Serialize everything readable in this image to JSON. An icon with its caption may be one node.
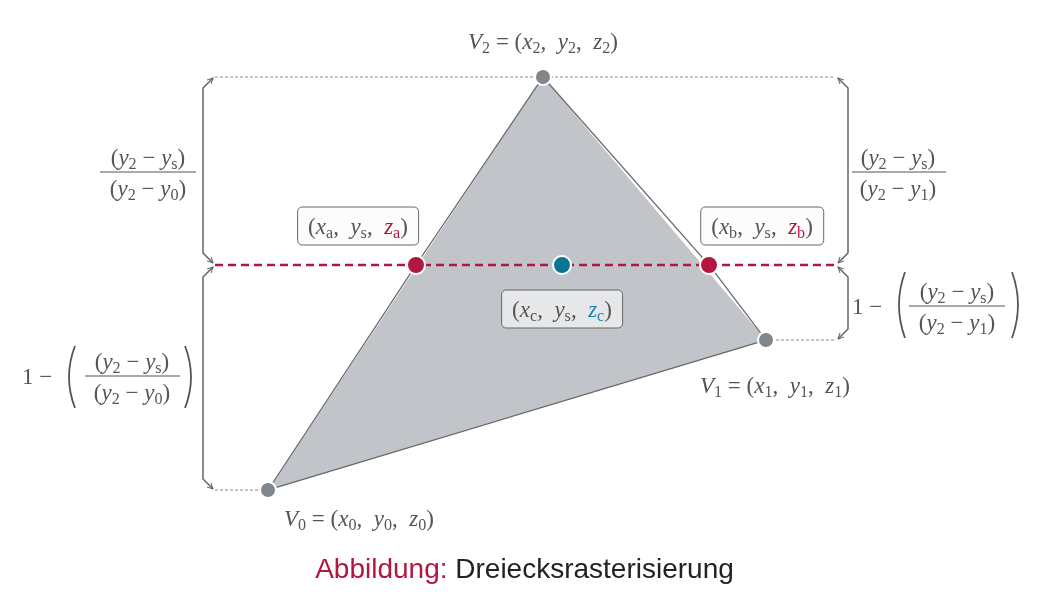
{
  "diagram": {
    "caption": "*Abbildung:* Dreiecksrasterisierung",
    "nodes": [
      {
        "text": [],
        "shape": "circle",
        "beside": [
          "*V*$_{2}$ = (*x*$_{2}$,  *y*$_{2}$,  *z*$_{2}$)"
        ]
      },
      {
        "text": [
          "(*x*$_{a}$,  *y*$_{s}$,  *z*$_{a}$)"
        ]
      },
      {
        "text": [
          "(*x*$_{b}$,  *y*$_{s}$,  *z*$_{b}$)"
        ]
      },
      {
        "text": [],
        "shape": "circle"
      },
      {
        "text": [],
        "shape": "circle"
      },
      {
        "text": [],
        "shape": "circle"
      },
      {
        "text": [
          "(*x*$_{c}$,  *y*$_{s}$,  *z*$_{c}$)"
        ]
      },
      {
        "text": [],
        "shape": "circle",
        "beside": [
          "*V*$_{1}$ = (*x*$_{1}$,  *y*$_{1}$,  *z*$_{1}$)"
        ]
      },
      {
        "text": [],
        "shape": "circle",
        "beside": [
          "*V*$_{0}$ = (*x*$_{0}$,  *y*$_{0}$,  *z*$_{0}$)"
        ]
      }
    ],
    "edges": [
      {
        "from": 8,
        "to": 7,
        "arrow": "none"
      },
      {
        "from": 7,
        "to": 5,
        "arrow": "none"
      },
      {
        "from": 5,
        "to": 0,
        "arrow": "none"
      },
      {
        "from": 0,
        "to": 3,
        "arrow": "none"
      },
      {
        "from": 3,
        "to": 8,
        "arrow": "none"
      }
    ],
    "labels": [
      "(*y*$_{2}$ − *y*$_{s}$)",
      "(*y*$_{2}$ − *y*$_{0}$)",
      "(*y*$_{2}$ − *y*$_{s}$)",
      "(*y*$_{2}$ − *y*$_{1}$)",
      "1 −",
      "(*y*$_{2}$ − *y*$_{s}$)",
      "(*y*$_{2}$ − *y*$_{1}$)",
      "1 −",
      "(*y*$_{2}$ − *y*$_{s}$)",
      "(*y*$_{2}$ − *y*$_{0}$)"
    ]
  }
}
